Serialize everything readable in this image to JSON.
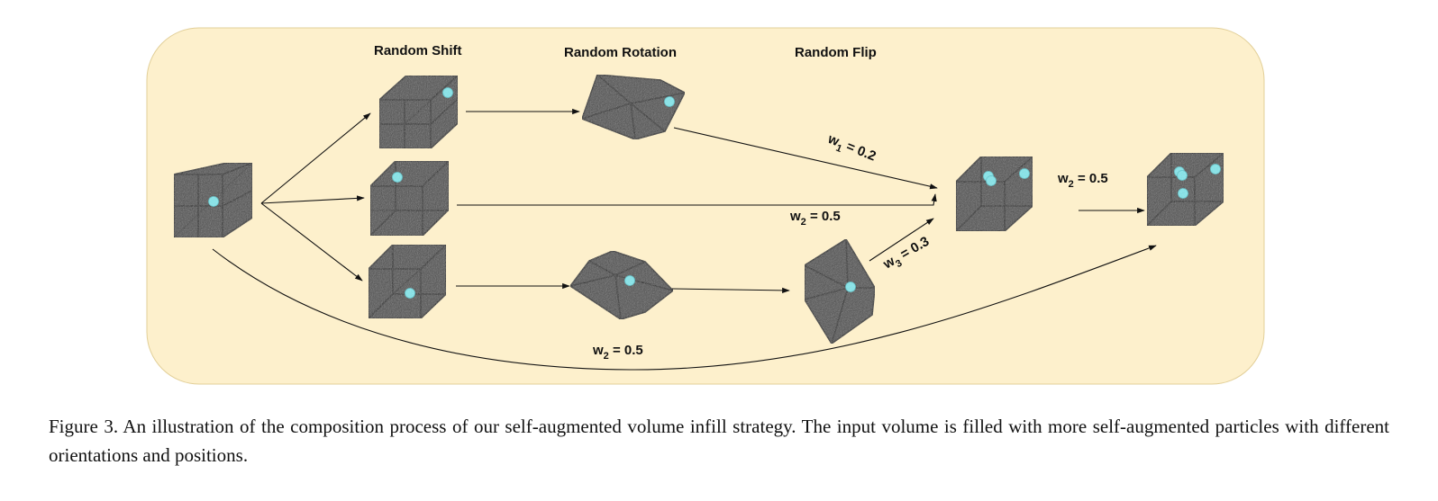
{
  "diagram": {
    "headers": {
      "shift": "Random Shift",
      "rotation": "Random Rotation",
      "flip": "Random Flip"
    },
    "weights": {
      "w1": {
        "base": "w",
        "sub": "1",
        "value": " = 0.2"
      },
      "w2_middle": {
        "base": "w",
        "sub": "2",
        "value": " = 0.5"
      },
      "w3": {
        "base": "w",
        "sub": "3",
        "value": " = 0.3"
      },
      "w2_bottom": {
        "base": "w",
        "sub": "2",
        "value": " = 0.5"
      },
      "w2_final": {
        "base": "w",
        "sub": "2",
        "value": " = 0.5"
      }
    },
    "colors": {
      "panel": "#fdf0cc",
      "cube": "#4a4a4a",
      "particle": "#7fe9ee"
    }
  },
  "caption": {
    "text": "Figure 3.  An illustration of the composition process of our self-augmented volume infill strategy.  The input volume is filled with more self-augmented particles with different orientations and positions."
  }
}
